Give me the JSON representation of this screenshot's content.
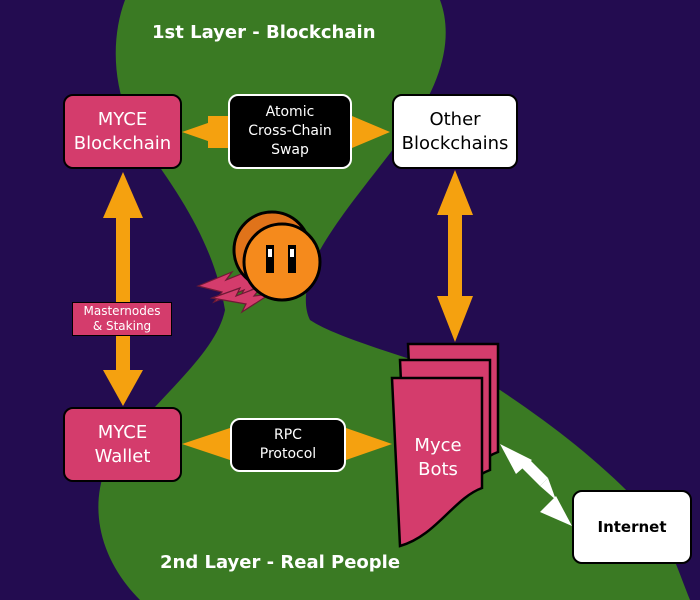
{
  "titles": {
    "top": "1st Layer - Blockchain",
    "bottom": "2nd Layer - Real People"
  },
  "nodes": {
    "myce_blockchain": "MYCE\nBlockchain",
    "atomic_swap": "Atomic\nCross-Chain\nSwap",
    "other_blockchains": "Other\nBlockchains",
    "masternodes": "Masternodes\n& Staking",
    "myce_wallet": "MYCE\nWallet",
    "rpc_protocol": "RPC\nProtocol",
    "myce_bots": "Myce\nBots",
    "internet": "Internet"
  },
  "colors": {
    "background": "#230c50",
    "field": "#3a7a23",
    "node_pink": "#d43c6c",
    "arrow_orange": "#f5a10f",
    "coin_orange": "#f58a1c"
  },
  "icons": {
    "coin": "coin-icon",
    "lightning": "lightning-icon"
  }
}
